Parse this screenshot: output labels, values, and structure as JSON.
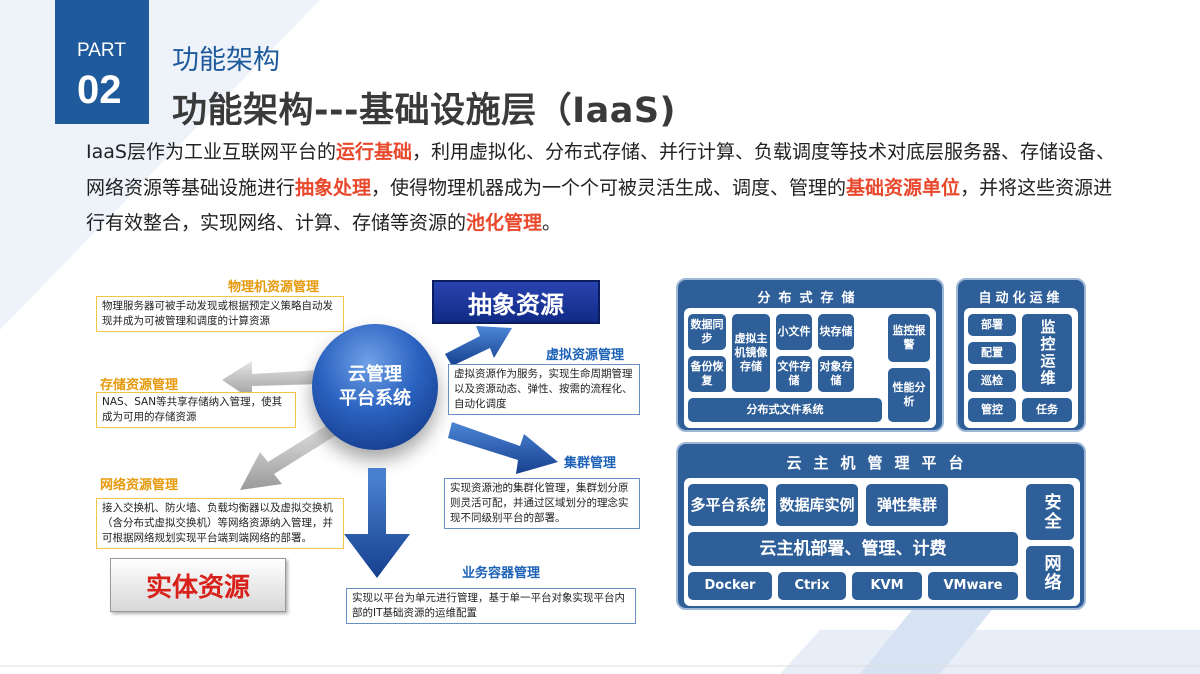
{
  "header": {
    "part_label": "PART",
    "part_number": "02",
    "subtitle": "功能架构",
    "title": "功能架构---基础设施层（IaaS)"
  },
  "intro": {
    "segments": [
      {
        "text": "IaaS层作为工业互联网平台的",
        "highlight": false
      },
      {
        "text": "运行基础",
        "highlight": true
      },
      {
        "text": "，利用虚拟化、分布式存储、并行计算、负载调度等技术对底层服务器、存储设备、网络资源等基础设施进行",
        "highlight": false
      },
      {
        "text": "抽象处理",
        "highlight": true
      },
      {
        "text": "，使得物理机器成为一个个可被灵活生成、调度、管理的",
        "highlight": false
      },
      {
        "text": "基础资源单位",
        "highlight": true
      },
      {
        "text": "，并将这些资源进行有效整合，实现网络、计算、存储等资源的",
        "highlight": false
      },
      {
        "text": "池化管理",
        "highlight": true
      },
      {
        "text": "。",
        "highlight": false
      }
    ],
    "highlight_color": "#e8482c"
  },
  "left_diagram": {
    "center": {
      "line1": "云管理",
      "line2": "平台系统"
    },
    "abstract_label": "抽象资源",
    "entity_label": "实体资源",
    "physical": {
      "title": "物理机资源管理",
      "desc": "物理服务器可被手动发现或根据预定义策略自动发现并成为可被管理和调度的计算资源"
    },
    "storage": {
      "title": "存储资源管理",
      "desc": "NAS、SAN等共享存储纳入管理，使其成为可用的存储资源"
    },
    "network": {
      "title": "网络资源管理",
      "desc": "接入交换机、防火墙、负载均衡器以及虚拟交换机（含分布式虚拟交换机）等网络资源纳入管理，并可根据网络规划实现平台端到端网络的部署。"
    },
    "virtual": {
      "title": "虚拟资源管理",
      "desc": "虚拟资源作为服务，实现生命周期管理以及资源动态、弹性、按需的流程化、自动化调度"
    },
    "cluster": {
      "title": "集群管理",
      "desc": "实现资源池的集群化管理，集群划分原则灵活可配，并通过区域划分的理念实现不同级别平台的部署。"
    },
    "container": {
      "title": "业务容器管理",
      "desc": "实现以平台为单元进行管理，基于单一平台对象实现平台内部的IT基础资源的运维配置"
    }
  },
  "right_diagram": {
    "storage_panel": {
      "title": "分布式存储",
      "cells": [
        "数据同步",
        "备份恢复",
        "虚拟主机镜像存储",
        "小文件",
        "文件存储",
        "块存储",
        "对象存储",
        "监控报警",
        "性能分析"
      ],
      "footer": "分布式文件系统"
    },
    "ops_panel": {
      "title": "自动化运维",
      "cells": [
        "部署",
        "配置",
        "巡检",
        "管控",
        "监控运维",
        "任务"
      ]
    },
    "host_panel": {
      "title": "云主机管理平台",
      "cells": [
        "多平台系统",
        "数据库实例",
        "弹性集群"
      ],
      "deploy": "云主机部署、管理、计费",
      "hypervisors": [
        "Docker",
        "Ctrix",
        "KVM",
        "VMware"
      ],
      "security": "安全",
      "network": "网络"
    }
  },
  "colors": {
    "brand_blue": "#1f5b9c",
    "panel_blue": "#2f5f99",
    "accent_red": "#e8482c",
    "orange": "#e59a0c"
  }
}
